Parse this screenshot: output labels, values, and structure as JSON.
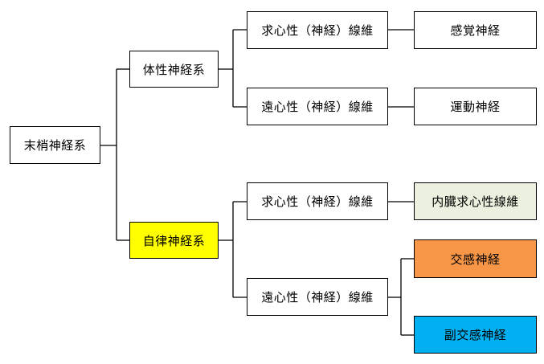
{
  "nodes": {
    "root": "末梢神経系",
    "somatic": "体性神経系",
    "autonomic": "自律神経系",
    "somatic_afferent": "求心性（神経）線維",
    "somatic_efferent": "遠心性（神経）線維",
    "autonomic_afferent": "求心性（神経）線維",
    "autonomic_efferent": "遠心性（神経）線維",
    "sensory": "感覚神経",
    "motor": "運動神経",
    "visceral_afferent": "内臓求心性線維",
    "sympathetic": "交感神経",
    "parasympathetic": "副交感神経"
  },
  "colors": {
    "autonomic": "#ffff00",
    "visceral_afferent": "#ebf1de",
    "sympathetic": "#f79646",
    "parasympathetic": "#00b0f0",
    "default": "#ffffff",
    "line": "#000000"
  }
}
